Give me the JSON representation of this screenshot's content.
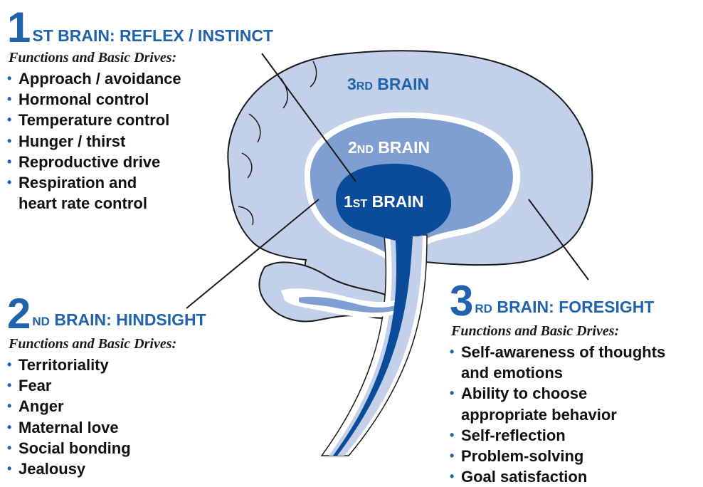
{
  "brain_labels": {
    "third": {
      "num": "3",
      "suffix": "RD",
      "word": " BRAIN"
    },
    "second": {
      "num": "2",
      "suffix": "ND",
      "word": " BRAIN"
    },
    "first": {
      "num": "1",
      "suffix": "ST",
      "word": " BRAIN"
    }
  },
  "panels": {
    "first": {
      "number": "1",
      "title": "ST BRAIN: REFLEX / INSTINCT",
      "subtitle": "Functions and Basic Drives:",
      "items": [
        "Approach / avoidance",
        "Hormonal control",
        "Temperature control",
        "Hunger / thirst",
        "Reproductive drive",
        "Respiration and\nheart rate control"
      ]
    },
    "second": {
      "number": "2",
      "suffix": "ND",
      "title": " BRAIN: HINDSIGHT",
      "subtitle": "Functions and Basic Drives:",
      "items": [
        "Territoriality",
        "Fear",
        "Anger",
        "Maternal love",
        "Social bonding",
        "Jealousy"
      ]
    },
    "third": {
      "number": "3",
      "suffix": "RD",
      "title": " BRAIN: FORESIGHT",
      "subtitle": "Functions and Basic Drives:",
      "items": [
        "Self-awareness of thoughts\nand emotions",
        "Ability to choose\nappropriate behavior",
        "Self-reflection",
        "Problem-solving",
        "Goal satisfaction"
      ]
    }
  },
  "colors": {
    "accent": "#1f63ad",
    "third_fill": "#c2d0e9",
    "second_fill": "#7f9fd2",
    "first_fill": "#0a4c9a",
    "outline": "#1a1a1a"
  }
}
